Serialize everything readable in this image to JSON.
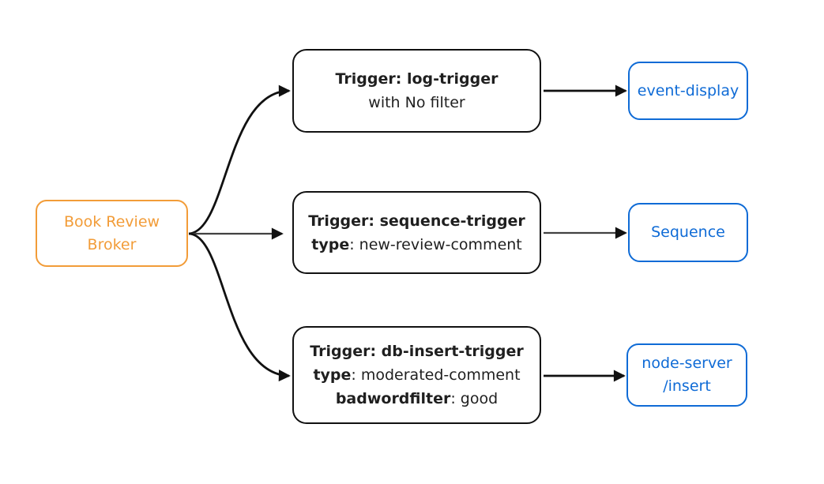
{
  "colors": {
    "broker": "#F29C38",
    "sink": "#0F6BD6",
    "trigger_border": "#111111",
    "arrow_primary": "#111111",
    "arrow_secondary": "#424242",
    "text": "#1F1F1F",
    "background": "#FFFFFF"
  },
  "broker": {
    "label": "Book Review\nBroker"
  },
  "triggers": [
    {
      "title": "Trigger: log-trigger",
      "lines": [
        {
          "key": "",
          "value": "with No filter"
        }
      ]
    },
    {
      "title": "Trigger: sequence-trigger",
      "lines": [
        {
          "key": "type",
          "value": ": new-review-comment"
        }
      ]
    },
    {
      "title": "Trigger: db-insert-trigger",
      "lines": [
        {
          "key": "type",
          "value": ": moderated-comment"
        },
        {
          "key": "badwordfilter",
          "value": ": good"
        }
      ]
    }
  ],
  "sinks": [
    {
      "label": "event-display"
    },
    {
      "label": "Sequence"
    },
    {
      "label": "node-server\n/insert"
    }
  ]
}
